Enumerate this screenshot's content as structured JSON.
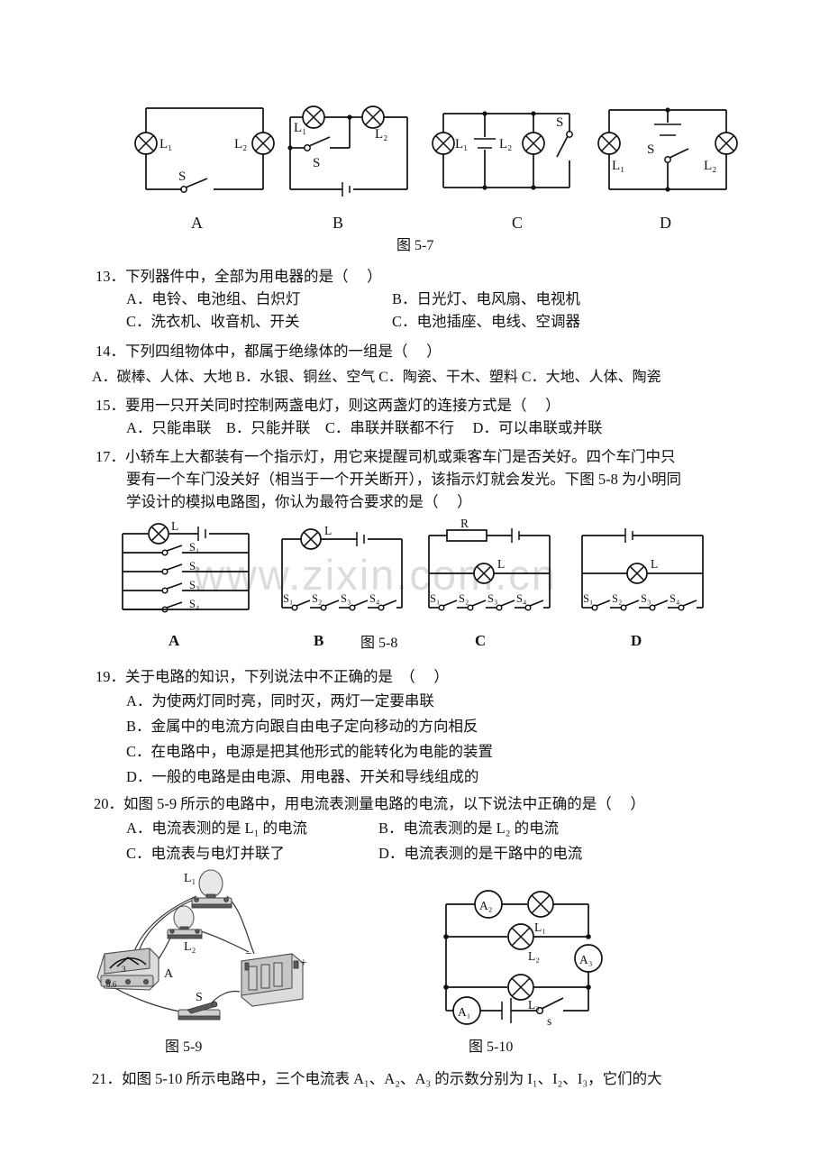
{
  "document": {
    "watermark": "www.zixin.com.cn"
  },
  "figures": {
    "fig57": {
      "caption": "图 5-7",
      "options": [
        "A",
        "B",
        "C",
        "D"
      ],
      "labels": {
        "L1": "L₁",
        "L2": "L₂",
        "S": "S"
      }
    },
    "fig58": {
      "caption": "图 5-8",
      "options": [
        "A",
        "B",
        "C",
        "D"
      ],
      "labels": {
        "L": "L",
        "R": "R",
        "S1": "S₁",
        "S2": "S₂",
        "S3": "S₃",
        "S4": "S₄"
      }
    },
    "fig59": {
      "caption": "图 5-9",
      "labels": {
        "L1": "L₁",
        "L2": "L₂",
        "A": "A",
        "S": "S",
        "meter_range_high": "3",
        "meter_range_low": "0.6",
        "battery_minus": "−",
        "battery_plus": "+"
      }
    },
    "fig510": {
      "caption": "图 5-10",
      "labels": {
        "A1": "A₁",
        "A2": "A₂",
        "A3": "A₃",
        "L1": "L₁",
        "L2": "L₂",
        "L3": "L₃",
        "S": "s"
      }
    }
  },
  "questions": [
    {
      "id": "q13",
      "number": "13．",
      "stem": "下列器件中，全部为用电器的是（     ）",
      "options": [
        {
          "label": "A．",
          "text": "电铃、电池组、白炽灯"
        },
        {
          "label": "B．",
          "text": "日光灯、电风扇、电视机"
        },
        {
          "label": "C．",
          "text": "洗衣机、收音机、开关"
        },
        {
          "label": "C．",
          "text": "电池插座、电线、空调器"
        }
      ]
    },
    {
      "id": "q14",
      "number": "14．",
      "stem": "下列四组物体中，都属于绝缘体的一组是（     ）",
      "inline_options": "A．碳棒、人体、大地 B．水银、铜丝、空气 C．陶瓷、干木、塑料 C．大地、人体、陶瓷"
    },
    {
      "id": "q15",
      "number": "15．",
      "stem": "要用一只开关同时控制两盏电灯，则这两盏灯的连接方式是（     ）",
      "inline_options": "A．只能串联    B．只能并联    C．串联并联都不行     D．可以串联或并联"
    },
    {
      "id": "q17",
      "number": "17．",
      "stem_lines": [
        "小轿车上大都装有一个指示灯，用它来提醒司机或乘客车门是否关好。四个车门中只",
        "要有一个车门没关好（相当于一个开关断开），该指示灯就会发光。下图 5-8 为小明同",
        "学设计的模拟电路图，你认为最符合要求的是（     ）"
      ]
    },
    {
      "id": "q19",
      "number": "19．",
      "stem": "关于电路的知识，下列说法中不正确的是  （     ）",
      "options": [
        {
          "label": "A．",
          "text": "为使两灯同时亮，同时灭，两灯一定要串联"
        },
        {
          "label": "B．",
          "text": "金属中的电流方向跟自由电子定向移动的方向相反"
        },
        {
          "label": "C．",
          "text": "在电路中，电源是把其他形式的能转化为电能的装置"
        },
        {
          "label": "D．",
          "text": "一般的电路是由电源、用电器、开关和导线组成的"
        }
      ]
    },
    {
      "id": "q20",
      "number": "20．",
      "stem": "如图 5-9 所示的电路中，用电流表测量电路的电流，以下说法中正确的是（     ）",
      "options": [
        {
          "label": "A．",
          "text": "电流表测的是 L₁ 的电流"
        },
        {
          "label": "B．",
          "text": "电流表测的是 L₂ 的电流"
        },
        {
          "label": "C．",
          "text": "电流表与电灯并联了"
        },
        {
          "label": "D．",
          "text": "电流表测的是干路中的电流"
        }
      ]
    },
    {
      "id": "q21",
      "number": "21．",
      "stem": "如图 5-10 所示电路中，三个电流表 A₁、A₂、A₃ 的示数分别为 I₁、I₂、I₃，它们的大"
    }
  ]
}
